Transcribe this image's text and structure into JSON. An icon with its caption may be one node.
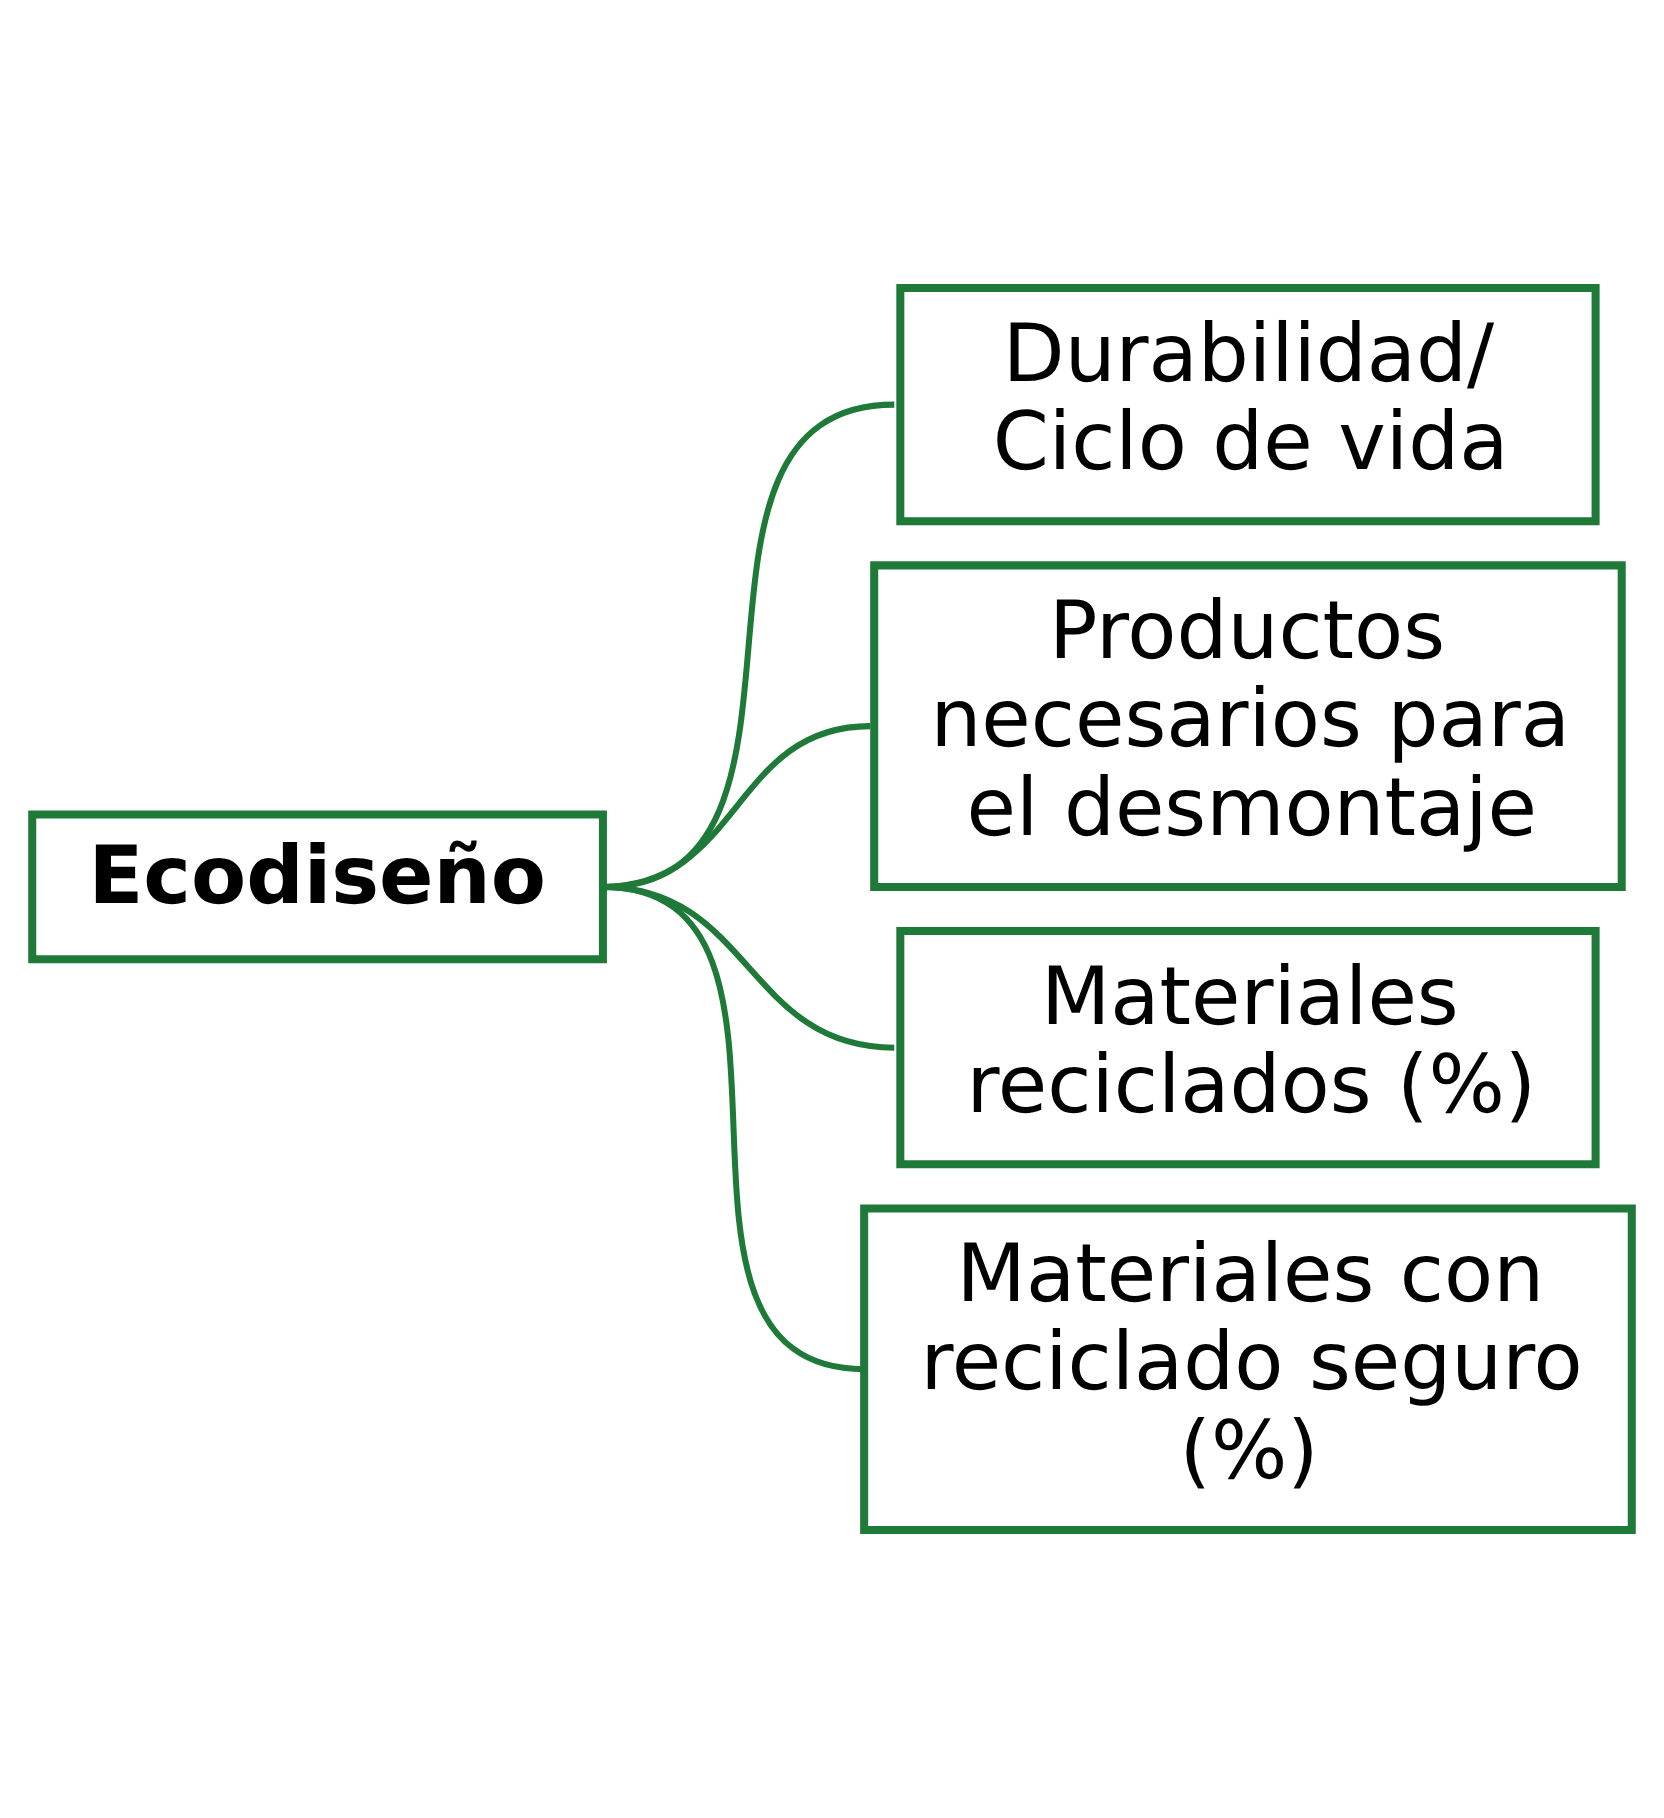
{
  "diagram": {
    "nodes": [
      {
        "text": [
          "Ecodiseño"
        ]
      },
      {
        "text": [
          "Durabilidad/ Ciclo de vida"
        ]
      },
      {
        "text": [
          "Productos necesarios para el desmontaje"
        ]
      },
      {
        "text": [
          "Materiales reciclados (%)"
        ]
      },
      {
        "text": [
          "Materiales con reciclado seguro (%)"
        ]
      }
    ],
    "edges": [
      {
        "from": 0,
        "to": 1,
        "arrow": "none"
      },
      {
        "from": 0,
        "to": 2,
        "arrow": "none"
      },
      {
        "from": 0,
        "to": 3,
        "arrow": "none"
      },
      {
        "from": 0,
        "to": 4,
        "arrow": "none"
      }
    ]
  }
}
